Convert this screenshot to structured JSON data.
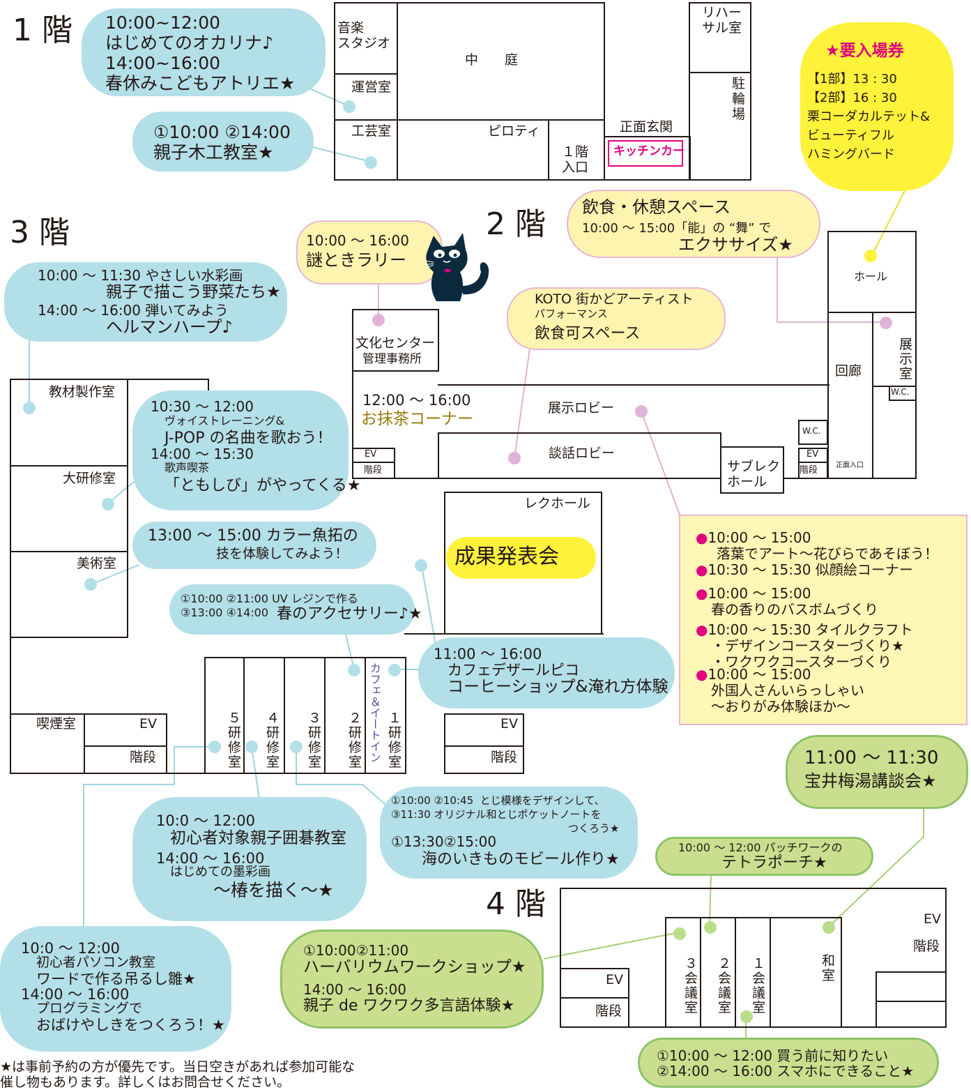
{
  "floors": {
    "f1": "1 階",
    "f2": "2 階",
    "f3": "3 階",
    "f4": "4 階"
  },
  "colors": {
    "blue_bubble": "#b3dfe8",
    "green_bubble": "#c9df8f",
    "pink_border": "#e9b6d5",
    "yellow_note": "#fff23a",
    "accent_red": "#e2007f",
    "tea_gold": "#9a7a0c"
  },
  "f1": {
    "rooms": {
      "ongaku": "音楽\nスタジオ",
      "naka": "中　　庭",
      "rehearsal": "リハー\nサル室",
      "unei": "運営室",
      "churin": "駐\n輪\n場",
      "kogei": "工芸室",
      "piloti": "ピロティ",
      "genkan": "正面玄関",
      "kitchen": "キッチンカー",
      "iriguchi": "１階\n入口"
    },
    "bub1": {
      "l1": "10:00~12:00",
      "l2": "はじめてのオカリナ♪",
      "l3": "14:00~16:00",
      "l4": "春休みこどもアトリエ★"
    },
    "bub2": {
      "l1": "①10:00 ②14:00",
      "l2": "親子木工教室★"
    },
    "ticket": {
      "title": "★要入場券",
      "l1": "【1部】13 : 30",
      "l2": "【2部】16 : 30",
      "l3": "栗コーダカルテット&",
      "l4": "ビューティフル",
      "l5": "ハミングバード"
    }
  },
  "f2": {
    "rooms": {
      "hall": "ホール",
      "tenji": "展\n示\n室",
      "kairo": "回廊",
      "wc1": "W.C.",
      "wc2": "W.C.",
      "bunka": "文化センター",
      "kanri": "管理事務所",
      "tenji_lobby": "展示ロビー",
      "danwa": "談話ロビー",
      "sublec": "サブレク\nホール",
      "ev1": "EV",
      "kaidan1": "階段",
      "ev2": "EV",
      "kaidan2": "階段",
      "shomen": "正面入口"
    },
    "tea": {
      "time": "12:00 ～ 16:00",
      "name": "お抹茶コーナー"
    },
    "food": {
      "l1": "飲食・休憩スペース",
      "l2": "10:00 ～ 15:00「能」の “舞” で",
      "l3": "エクササイズ★"
    },
    "nazo": {
      "l1": "10:00 ～ 16:00",
      "l2": "謎ときラリー"
    },
    "koto": {
      "l1": "KOTO 街かどアーティスト",
      "l2": "パフォーマンス",
      "l3": "飲食可スペース"
    },
    "list": [
      {
        "l1": "10:00 ～ 15:00",
        "l2": "落葉でアート～花びらであそぼう！"
      },
      {
        "l1": "10:30 ～ 15:30 似顔絵コーナー",
        "l2": ""
      },
      {
        "l1": "10:00 ～ 15:00",
        "l2": "春の香りのバスボムづくり"
      },
      {
        "l1": "10:00 ～ 15:30 タイルクラフト",
        "l2": "・デザインコースターづくり★",
        "l3": "・ワクワクコースターづくり"
      },
      {
        "l1": "10:00 ～ 15:00",
        "l2": "外国人さんいらっしゃい",
        "l3": "～おりがみ体験ほか～"
      }
    ],
    "bullet": "●"
  },
  "f3": {
    "rooms": {
      "kyozai": "教材製作室",
      "daiken": "大研修室",
      "bijutsu": "美術室",
      "kitsuen": "喫煙室",
      "ev1": "EV",
      "kaidan1": "階段",
      "ev2": "EV",
      "kaidan2": "階段",
      "lechall": "レクホール",
      "ken5": "５\n研\n修\n室",
      "ken4": "４\n研\n修\n室",
      "ken3": "３\n研\n修\n室",
      "ken2": "２\n研\n修\n室",
      "ken1": "１\n研\n修\n室",
      "cafe": "カフェ＆イートイン"
    },
    "seika": "成果発表会",
    "b1": {
      "l1": "10:00 ～ 11:30 やさしい水彩画",
      "l2": "親子で描こう野菜たち★",
      "l3": "14:00 ～ 16:00 弾いてみよう",
      "l4": "ヘルマンハープ♪"
    },
    "b2": {
      "l1": "10:30 ～ 12:00",
      "l2": "ヴォイストレーニング&",
      "l3": "J-POP の名曲を歌おう！",
      "l4": "14:00 ～ 15:30",
      "l5": "歌声喫茶",
      "l6": "「ともしび」がやってくる★"
    },
    "b3": {
      "l1": "13:00 ～ 15:00 カラー魚拓の",
      "l2": "技を体験してみよう！"
    },
    "b4": {
      "l1": "①10:00 ②11:00 UV レジンで作る",
      "l2": "③13:00 ④14:00",
      "l3": "春のアクセサリー♪★"
    },
    "b5": {
      "l1": "11:00 ～ 16:00",
      "l2": "カフェデザールピコ",
      "l3": "コーヒーショップ&淹れ方体験"
    },
    "b6": {
      "l1": "10:0 ～ 12:00",
      "l2": "初心者対象親子囲碁教室",
      "l3": "14:00 ～ 16:00",
      "l4": "はじめての墨彩画",
      "l5": "～椿を描く～★"
    },
    "b7": {
      "l1": "①10:00 ②10:45  とじ模様をデザインして、",
      "l2": "③11:30 オリジナル和とじポケットノートを",
      "l3": "つくろう★",
      "l4": "①13:30②15:00",
      "l5": "海のいきものモビール作り★"
    },
    "b8": {
      "l1": "10:0 ～ 12:00",
      "l2": "初心者パソコン教室",
      "l3": "ワードで作る吊るし雛★",
      "l4": "14:00 ～ 16:00",
      "l5": "プログラミングで",
      "l6": "おばけやしきをつくろう！★"
    }
  },
  "f4": {
    "rooms": {
      "ev1": "EV",
      "kaidan1": "階段",
      "ev2": "EV",
      "kaidan2": "階段",
      "kai3": "３\n会\n議\n室",
      "kai2": "２\n会\n議\n室",
      "kai1": "１\n会\n議\n室",
      "washitsu": "和\n室"
    },
    "b1": {
      "l1": "11:00 ～ 11:30",
      "l2": "宝井梅湯講談会★"
    },
    "b2": {
      "l1": "10:00 ～ 12:00 パッチワークの",
      "l2": "テトラポーチ★"
    },
    "b3": {
      "l1": "①10:00②11:00",
      "l2": "ハーバリウムワークショップ★",
      "l3": "14:00 ～ 16:00",
      "l4": "親子 de ワクワク多言語体験★"
    },
    "b4": {
      "l1": "①10:00 ～ 12:00 買う前に知りたい",
      "l2": "②14:00 ～ 16:00 スマホにできること★"
    }
  },
  "footer": {
    "l1": "★は事前予約の方が優先です。当日空きがあれば参加可能な",
    "l2": "催し物もあります。詳しくはお問合せください。"
  }
}
